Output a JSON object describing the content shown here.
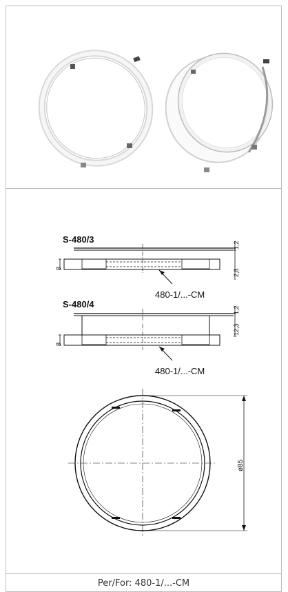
{
  "variants": [
    {
      "label": "S-480/3",
      "callout": "480-1/...-CM",
      "dims": {
        "top": "1,2",
        "right": "2,8",
        "left": "8"
      }
    },
    {
      "label": "S-480/4",
      "callout": "480-1/...-CM",
      "dims": {
        "top": "1,2",
        "right": "12,3",
        "left": "8"
      }
    }
  ],
  "top_view": {
    "diameter": "ø85"
  },
  "footer": {
    "text": "Per/For: 480-1/...-CM"
  }
}
